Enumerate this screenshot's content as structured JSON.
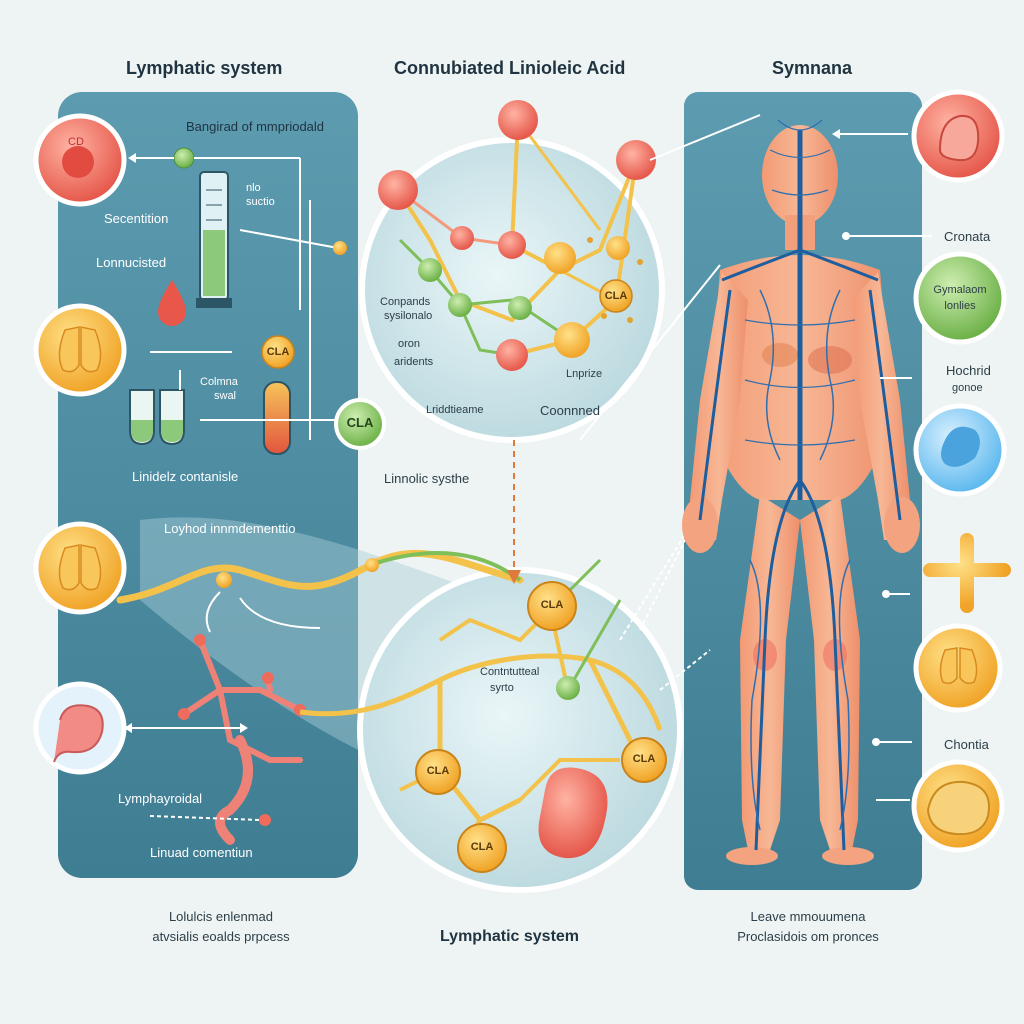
{
  "titles": {
    "left": "Lymphatic system",
    "center": "Connubiated Linioleic Acid",
    "right": "Symnana",
    "bottom_center": "Lymphatic system"
  },
  "left_panel": {
    "label_top": "Bangirad of mmpriodald",
    "label_syringe_1": "nlo",
    "label_syringe_2": "suctio",
    "label_secretion": "Secentition",
    "label_connected": "Lonnucisted",
    "label_column_1": "Colmna",
    "label_column_2": "swal",
    "label_linoleic": "Linidelz contanisle",
    "label_lymph": "Loyhod innmdementtio",
    "label_lymphatic": "Lymphayroidal",
    "label_bottom": "Linuad comentiun",
    "cla_badge": "CLA",
    "cla_green": "CLA",
    "icon_cell_text": "CD"
  },
  "center_top": {
    "label_compounds_1": "Conpands",
    "label_compounds_2": "sysilonalo",
    "label_acids_1": "oron",
    "label_acids_2": "aridents",
    "label_addition": "Lriddtieame",
    "label_connected": "Coonnned",
    "label_lipase": "Lnprize",
    "cla_node": "CLA",
    "label_under": "Linnolic systhe"
  },
  "center_bottom": {
    "label_contributed_1": "Contntutteal",
    "label_contributed_2": "syrto",
    "cla_nodes": [
      "CLA",
      "CLA",
      "CLA",
      "CLA"
    ]
  },
  "right_panel": {
    "label_1": "Cronata",
    "label_2_1": "Gymalaom",
    "label_2_2": "lonlies",
    "label_3_1": "Hochrid",
    "label_3_2": "gonoe",
    "label_4": "Chontia"
  },
  "footers": {
    "left_1": "Lolulcis enlenmad",
    "left_2": "atvsialis eoalds prpcess",
    "right_1": "Leave mmouumena",
    "right_2": "Proclasidois om pronces"
  },
  "colors": {
    "panel": "#4f8ea4",
    "red": "#ee6b5c",
    "orange": "#f2b23a",
    "green": "#7fbf5a",
    "blue": "#1f5e9e",
    "skin": "#f4a17a"
  }
}
